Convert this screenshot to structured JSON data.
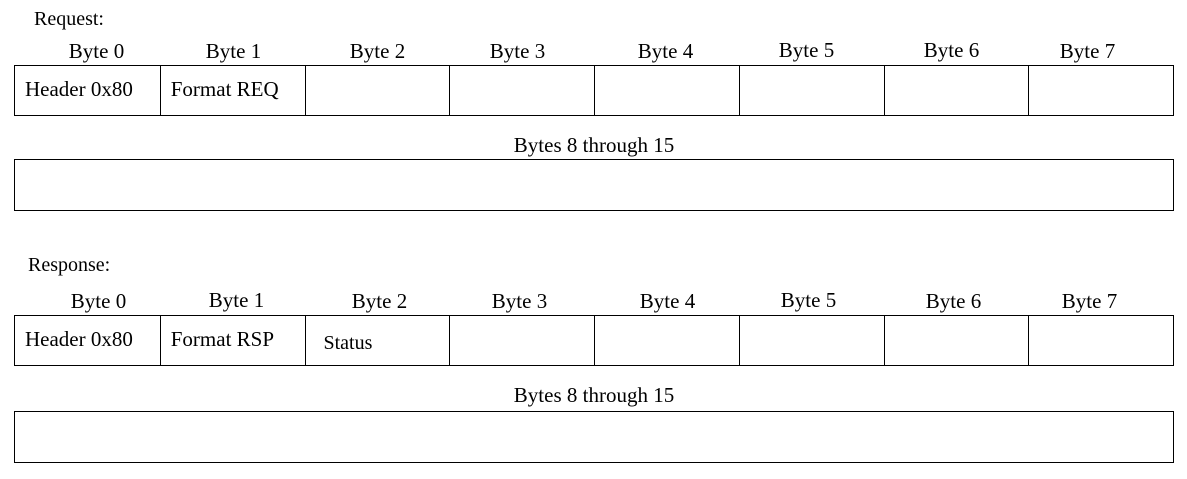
{
  "request": {
    "label": "Request:",
    "byte_headers": [
      "Byte 0",
      "Byte 1",
      "Byte 2",
      "Byte 3",
      "Byte 4",
      "Byte 5",
      "Byte 6",
      "Byte 7"
    ],
    "cells": [
      "Header 0x80",
      "Format REQ",
      "",
      "",
      "",
      "",
      "",
      ""
    ],
    "extra_label": "Bytes 8 through 15",
    "extra_value": ""
  },
  "response": {
    "label": "Response:",
    "byte_headers": [
      "Byte 0",
      "Byte 1",
      "Byte 2",
      "Byte 3",
      "Byte 4",
      "Byte 5",
      "Byte 6",
      "Byte 7"
    ],
    "cells": [
      "Header 0x80",
      "Format RSP",
      "Status",
      "",
      "",
      "",
      "",
      ""
    ],
    "extra_label": "Bytes 8 through 15",
    "extra_value": ""
  }
}
